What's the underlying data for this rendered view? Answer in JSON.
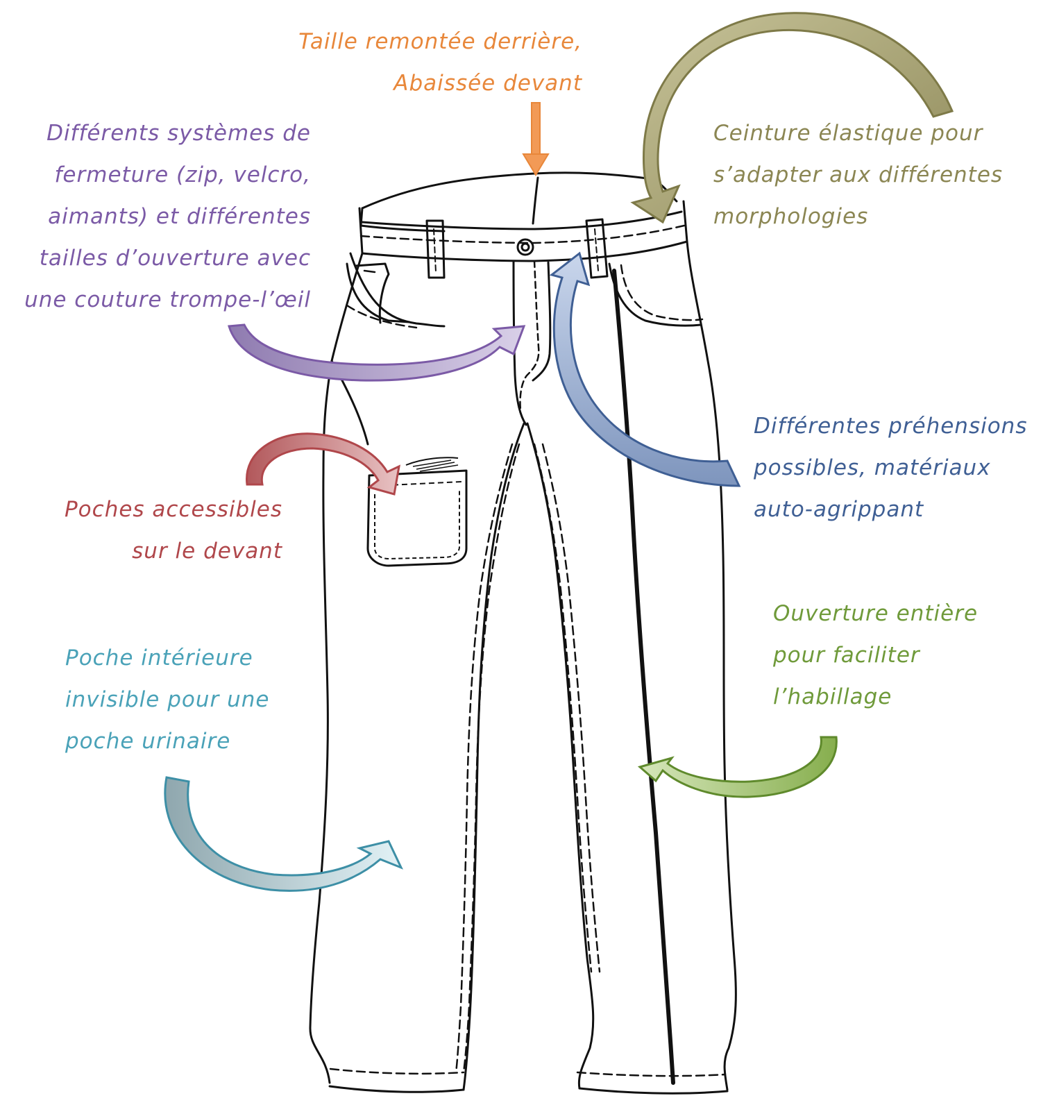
{
  "annotations": {
    "waist": {
      "lines": [
        "Taille remontée derrière,",
        "Abaissée devant"
      ],
      "color": "#e8873a"
    },
    "closure": {
      "lines": [
        "Différents systèmes de",
        "fermeture (zip, velcro,",
        "aimants) et différentes",
        "tailles d’ouverture avec",
        "une couture trompe-l’œil"
      ],
      "color": "#7b5aa6"
    },
    "belt": {
      "lines": [
        "Ceinture élastique pour",
        "s’adapter aux différentes",
        "morphologies"
      ],
      "color": "#8b8653"
    },
    "grip": {
      "lines": [
        "Différentes préhensions",
        "possibles, matériaux",
        "auto-agrippant"
      ],
      "color": "#3f5f94"
    },
    "pockets": {
      "lines": [
        "Poches accessibles",
        "sur le devant"
      ],
      "color": "#b0474b"
    },
    "opening": {
      "lines": [
        "Ouverture entière",
        "pour faciliter",
        "l’habillage"
      ],
      "color": "#6f9a3a"
    },
    "inner_pocket": {
      "lines": [
        "Poche intérieure",
        "invisible pour une",
        "poche urinaire"
      ],
      "color": "#4aa2b8"
    }
  }
}
